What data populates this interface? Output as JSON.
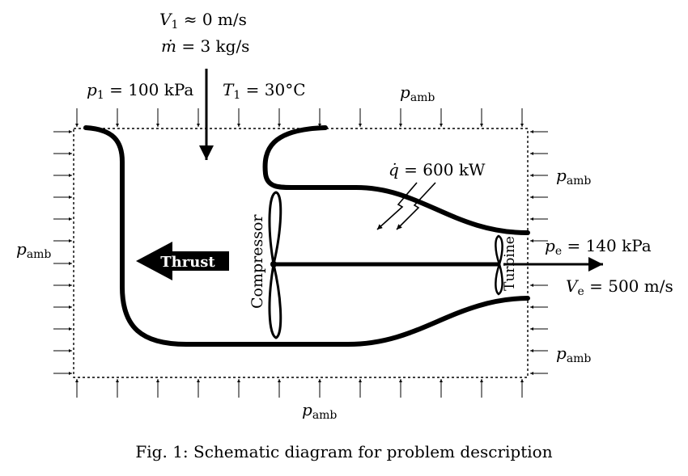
{
  "inlet": {
    "velocity": {
      "sym": "V",
      "sub": "1",
      "rel": " ≈ 0 m/s"
    },
    "mass_flow": {
      "sym": "ṁ",
      "rel": " = 3 kg/s"
    },
    "pressure": {
      "sym": "p",
      "sub": "1",
      "rel": " = 100 kPa"
    },
    "temperature": {
      "sym": "T",
      "sub": "1",
      "rel": " = 30°C"
    }
  },
  "ambient": {
    "sym": "p",
    "sub": "amb"
  },
  "heat": {
    "sym": "q̇",
    "rel": " = 600 kW"
  },
  "exit": {
    "pressure": {
      "sym": "p",
      "sub": "e",
      "rel": " = 140 kPa"
    },
    "velocity": {
      "sym": "V",
      "sub": "e",
      "rel": " = 500 m/s"
    }
  },
  "components": {
    "compressor": "Compressor",
    "turbine": "Turbine",
    "thrust": "Thrust"
  },
  "caption": "Fig. 1: Schematic diagram for problem description"
}
